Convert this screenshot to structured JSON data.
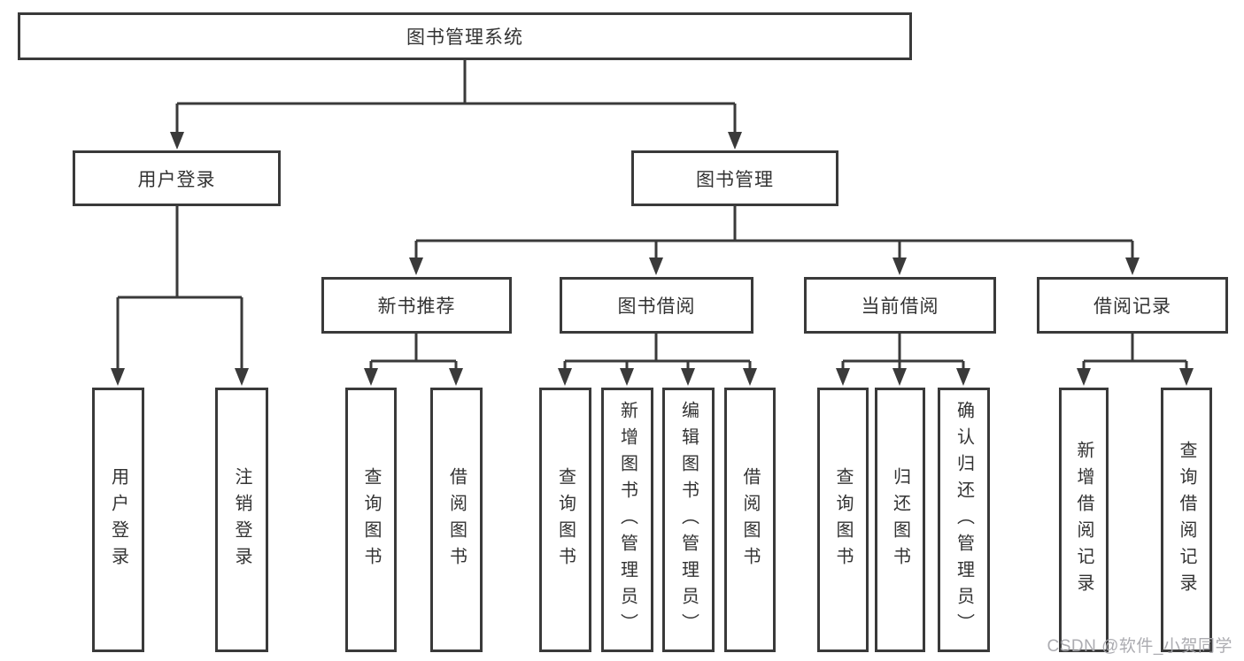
{
  "diagram": {
    "root": {
      "label": "图书管理系统"
    },
    "branches": [
      {
        "label": "用户登录",
        "children": [
          {
            "label": "用户登录"
          },
          {
            "label": "注销登录"
          }
        ]
      },
      {
        "label": "图书管理",
        "children": [
          {
            "label": "新书推荐",
            "children": [
              {
                "label": "查询图书"
              },
              {
                "label": "借阅图书"
              }
            ]
          },
          {
            "label": "图书借阅",
            "children": [
              {
                "label": "查询图书"
              },
              {
                "label": "新增图书（管理员）"
              },
              {
                "label": "编辑图书（管理员）"
              },
              {
                "label": "借阅图书"
              }
            ]
          },
          {
            "label": "当前借阅",
            "children": [
              {
                "label": "查询图书"
              },
              {
                "label": "归还图书"
              },
              {
                "label": "确认归还（管理员）"
              }
            ]
          },
          {
            "label": "借阅记录",
            "children": [
              {
                "label": "新增借阅记录"
              },
              {
                "label": "查询借阅记录"
              }
            ]
          }
        ]
      }
    ]
  },
  "watermark": {
    "text": "CSDN @软件_小贺同学"
  },
  "colors": {
    "line": "#3a3a3a",
    "box_border": "#3a3a3a",
    "box_fill": "#ffffff",
    "text": "#333333",
    "watermark": "#a8a8ad",
    "page_bg": "#ffffff"
  }
}
